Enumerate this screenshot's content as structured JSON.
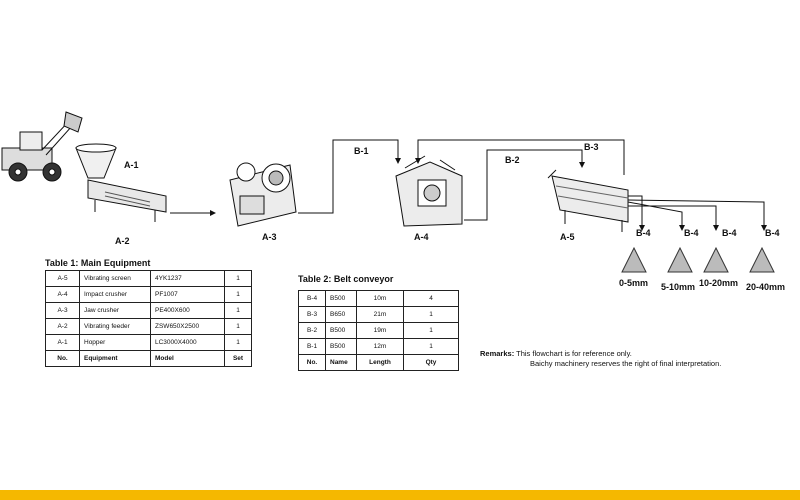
{
  "labels": {
    "a1": "A-1",
    "a2": "A-2",
    "a3": "A-3",
    "a4": "A-4",
    "a5": "A-5",
    "b1": "B-1",
    "b2": "B-2",
    "b3": "B-3",
    "b4": "B-4"
  },
  "product_sizes": [
    "0-5mm",
    "5-10mm",
    "10-20mm",
    "20-40mm"
  ],
  "table1": {
    "caption": "Table 1: Main Equipment",
    "rows": [
      [
        "A-5",
        "Vibrating screen",
        "4YK1237",
        "1"
      ],
      [
        "A-4",
        "Impact crusher",
        "PF1007",
        "1"
      ],
      [
        "A-3",
        "Jaw crusher",
        "PE400X600",
        "1"
      ],
      [
        "A-2",
        "Vibrating feeder",
        "ZSW650X2500",
        "1"
      ],
      [
        "A-1",
        "Hopper",
        "LC3000X4000",
        "1"
      ]
    ],
    "header": [
      "No.",
      "Equipment",
      "Model",
      "Set"
    ]
  },
  "table2": {
    "caption": "Table 2: Belt conveyor",
    "rows": [
      [
        "B-4",
        "B500",
        "10m",
        "4"
      ],
      [
        "B-3",
        "B650",
        "21m",
        "1"
      ],
      [
        "B-2",
        "B500",
        "19m",
        "1"
      ],
      [
        "B-1",
        "B500",
        "12m",
        "1"
      ]
    ],
    "header": [
      "No.",
      "Name",
      "Length",
      "Qty"
    ]
  },
  "remarks": {
    "label": "Remarks:",
    "line1": "This flowchart is for reference only.",
    "line2": "Baichy machinery reserves the right of final interpretation."
  },
  "colors": {
    "bottom_bar": "#f5b800",
    "line": "#111111"
  }
}
